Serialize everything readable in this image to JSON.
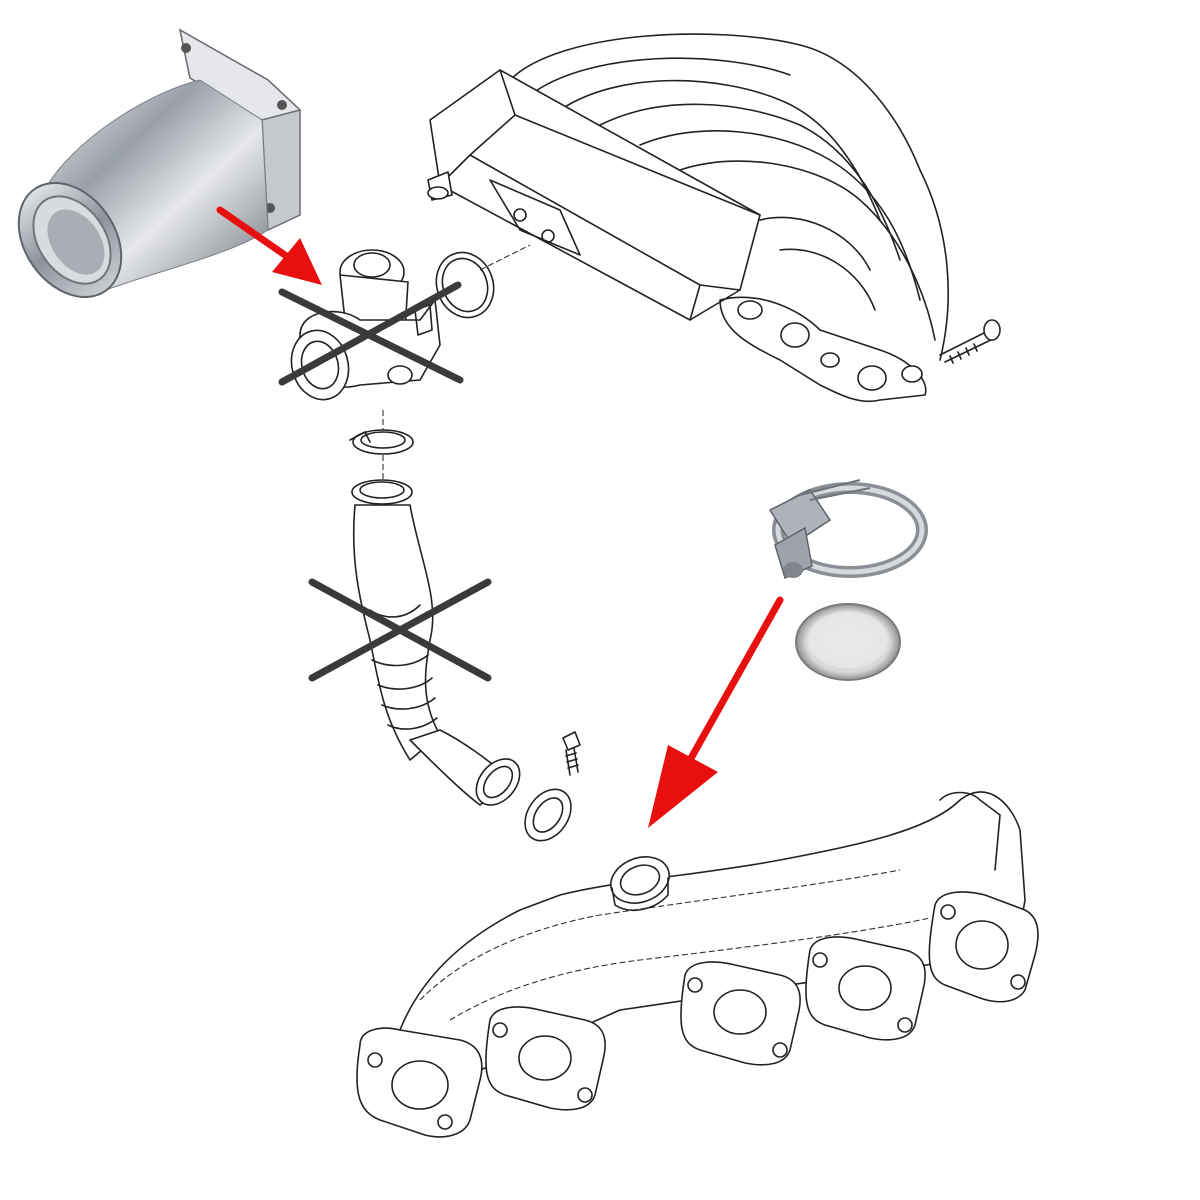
{
  "diagram": {
    "type": "exploded-parts-illustration",
    "colors": {
      "background": "#ffffff",
      "line_art": "#222222",
      "cross_mark": "#3a3a3a",
      "arrow": "#e8100f",
      "steel": "#b8bcc2"
    },
    "components": [
      {
        "id": "delete-pipe",
        "kind": "photo",
        "role": "replacement part"
      },
      {
        "id": "egr-valve",
        "kind": "line-art",
        "status": "crossed-out"
      },
      {
        "id": "intake-manifold",
        "kind": "line-art"
      },
      {
        "id": "egr-pipe",
        "kind": "line-art",
        "status": "crossed-out"
      },
      {
        "id": "hose-clamp",
        "kind": "photo",
        "role": "replacement part"
      },
      {
        "id": "blanking-cap",
        "kind": "photo",
        "role": "replacement part"
      },
      {
        "id": "exhaust-manifold",
        "kind": "line-art"
      }
    ],
    "arrows": [
      {
        "from": "delete-pipe",
        "to": "egr-valve"
      },
      {
        "from": "hose-clamp",
        "to": "exhaust-manifold"
      }
    ]
  }
}
